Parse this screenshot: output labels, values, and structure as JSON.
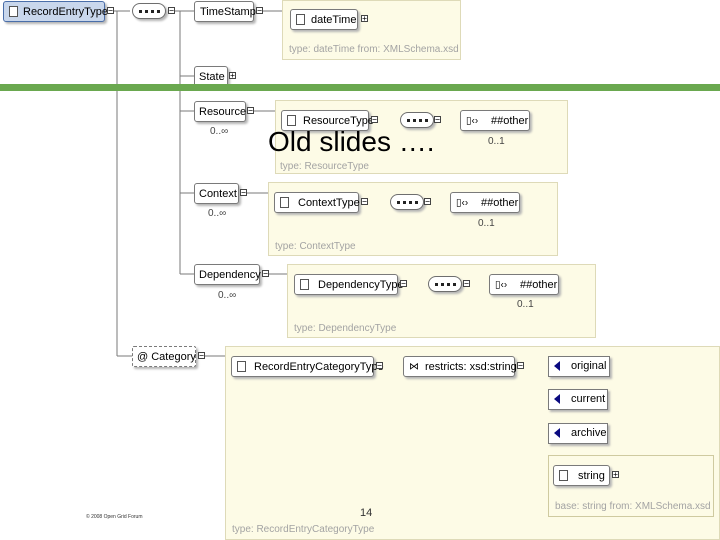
{
  "root": {
    "label": "RecordEntryType"
  },
  "elements": {
    "timestamp": {
      "label": "TimeStamp",
      "type_box": "dateTime",
      "type_note": "type: dateTime from: XMLSchema.xsd"
    },
    "state": {
      "label": "State"
    },
    "resource": {
      "label": "Resource",
      "occurs": "0..∞",
      "type_box": "ResourceType",
      "other": "##other",
      "other_occurs": "0..1",
      "type_note": "type: ResourceType"
    },
    "context": {
      "label": "Context",
      "occurs": "0..∞",
      "type_box": "ContextType",
      "other": "##other",
      "other_occurs": "0..1",
      "type_note": "type: ContextType"
    },
    "dependency": {
      "label": "Dependency",
      "occurs": "0..∞",
      "type_box": "DependencyType",
      "other": "##other",
      "other_occurs": "0..1",
      "type_note": "type: DependencyType"
    }
  },
  "attribute": {
    "label": "@ Category",
    "type_box": "RecordEntryCategoryType",
    "restricts": "restricts: xsd:string",
    "enums": [
      "original",
      "current",
      "archive"
    ],
    "base_box": "string",
    "base_note": "base: string from: XMLSchema.xsd",
    "type_note": "type: RecordEntryCategoryType"
  },
  "overlay": {
    "title": "Old slides ….",
    "page_number": "14",
    "footer": "© 2008 Open Grid Forum"
  },
  "colors": {
    "accent_bar": "#6aa84f",
    "panel": "#fdfbe6",
    "root_fill": "#c9d7ec"
  }
}
